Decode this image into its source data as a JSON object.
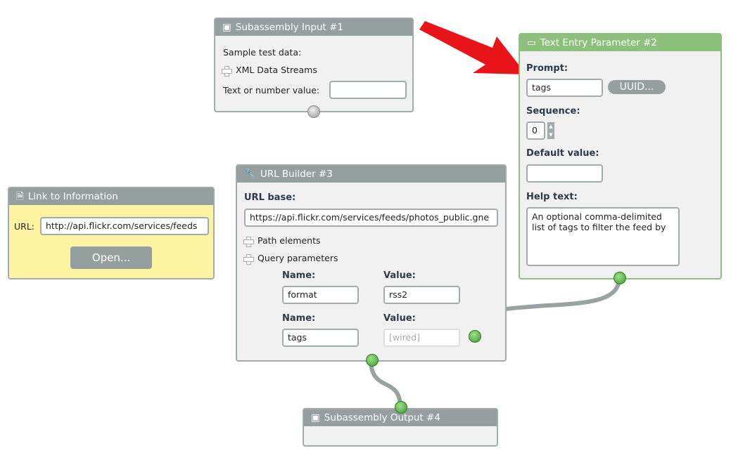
{
  "input1": {
    "title": "Subassembly Input #1",
    "sample_label": "Sample test data:",
    "xml_label": "XML Data Streams",
    "value_label": "Text or number value:",
    "value": ""
  },
  "param2": {
    "title": "Text Entry Parameter #2",
    "prompt_label": "Prompt:",
    "prompt": "tags",
    "uuid_button": "UUID...",
    "sequence_label": "Sequence:",
    "sequence": "0",
    "default_label": "Default value:",
    "default_value": "",
    "help_label": "Help text:",
    "help_text": "An optional comma-delimited list of tags to filter the feed by"
  },
  "url3": {
    "title": "URL Builder #3",
    "base_label": "URL base:",
    "base": "https://api.flickr.com/services/feeds/photos_public.gne",
    "path_label": "Path elements",
    "query_label": "Query parameters",
    "params": [
      {
        "name_label": "Name:",
        "value_label": "Value:",
        "name": "format",
        "value": "rss2"
      },
      {
        "name_label": "Name:",
        "value_label": "Value:",
        "name": "tags",
        "value": "[wired]"
      }
    ]
  },
  "link": {
    "title": "Link to Information",
    "url_label": "URL:",
    "url": "http://api.flickr.com/services/feeds",
    "open_button": "Open..."
  },
  "output4": {
    "title": "Subassembly Output #4"
  }
}
